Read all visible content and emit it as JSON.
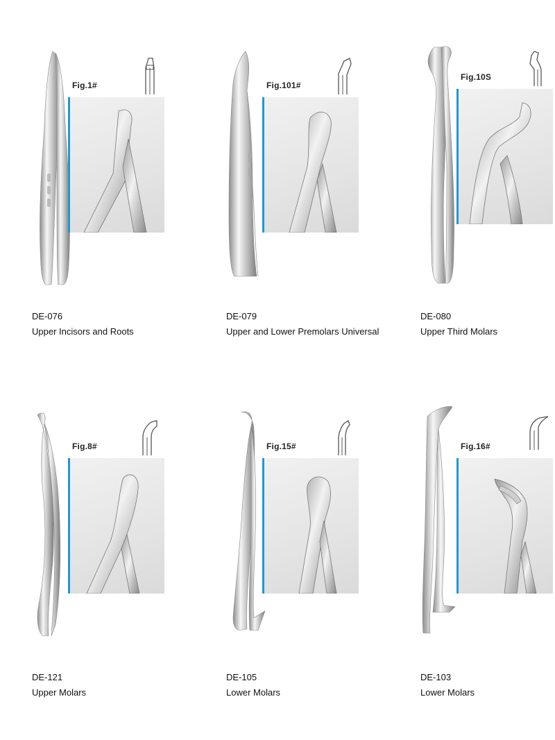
{
  "products": [
    {
      "code": "DE-076",
      "name": "Upper Incisors and Roots",
      "fig": "Fig.1#",
      "tip": "straight"
    },
    {
      "code": "DE-079",
      "name": "Upper and Lower Premolars Universal",
      "fig": "Fig.101#",
      "tip": "angled"
    },
    {
      "code": "DE-080",
      "name": "Upper Third Molars",
      "fig": "Fig.10S",
      "tip": "bayonet"
    },
    {
      "code": "DE-121",
      "name": "Upper Molars",
      "fig": "Fig.8#",
      "tip": "curved"
    },
    {
      "code": "DE-105",
      "name": "Lower Molars",
      "fig": "Fig.15#",
      "tip": "hooked"
    },
    {
      "code": "DE-103",
      "name": "Lower Molars",
      "fig": "Fig.16#",
      "tip": "lower-horn"
    }
  ],
  "colors": {
    "accent_bar": "#1b9ad6",
    "steel_light": "#f4f4f4",
    "steel_dark": "#8a8a8a",
    "text": "#111111"
  }
}
